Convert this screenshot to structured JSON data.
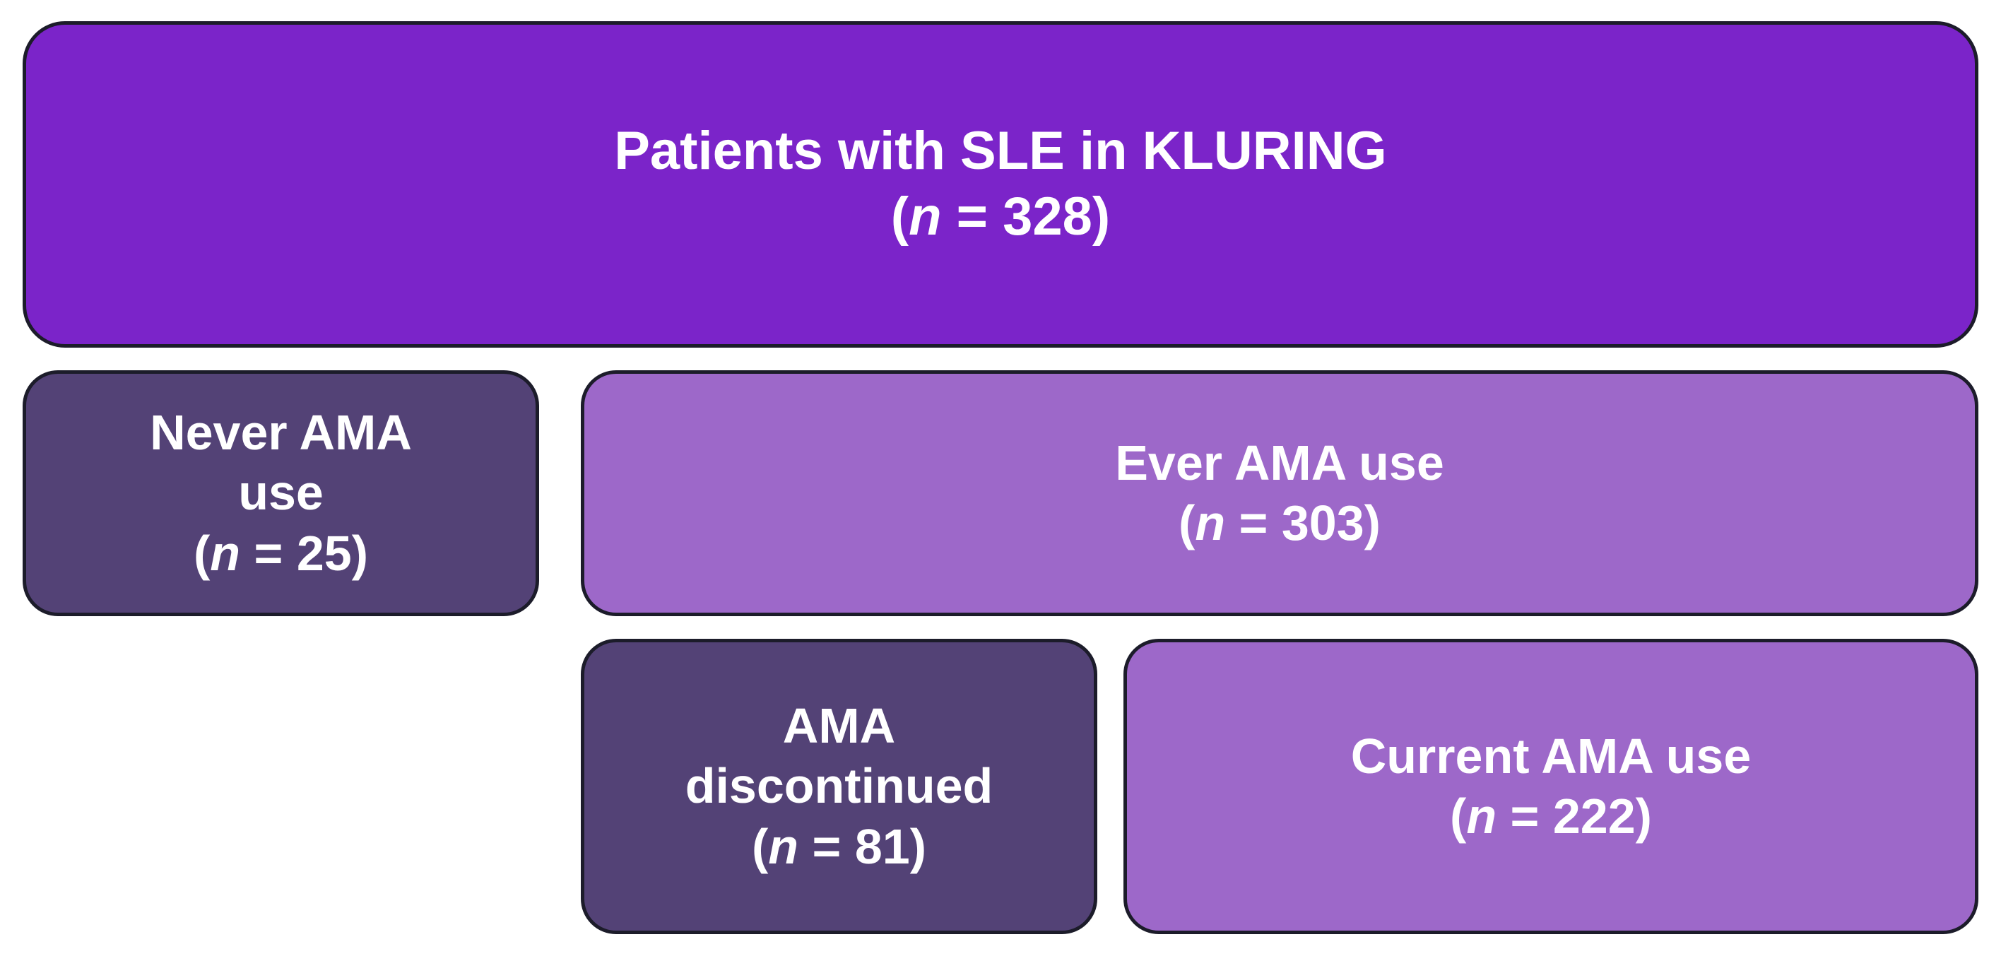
{
  "nodes": {
    "top": {
      "label": "Patients with SLE in KLURING",
      "n_prefix": "(",
      "n_symbol": "n",
      "n_suffix": " = 328)"
    },
    "never": {
      "label_line1": "Never AMA",
      "label_line2": "use",
      "n_prefix": "(",
      "n_symbol": "n",
      "n_suffix": " = 25)"
    },
    "ever": {
      "label": "Ever AMA use",
      "n_prefix": "(",
      "n_symbol": "n",
      "n_suffix": " = 303)"
    },
    "discontinued": {
      "label_line1": "AMA",
      "label_line2": "discontinued",
      "n_prefix": "(",
      "n_symbol": "n",
      "n_suffix": " = 81)"
    },
    "current": {
      "label": "Current AMA use",
      "n_prefix": "(",
      "n_symbol": "n",
      "n_suffix": " = 222)"
    }
  },
  "colors": {
    "top_fill": "#7b24c9",
    "dark_fill": "#534276",
    "light_fill": "#9d68c9",
    "border": "#1c1c2a",
    "text": "#ffffff"
  }
}
